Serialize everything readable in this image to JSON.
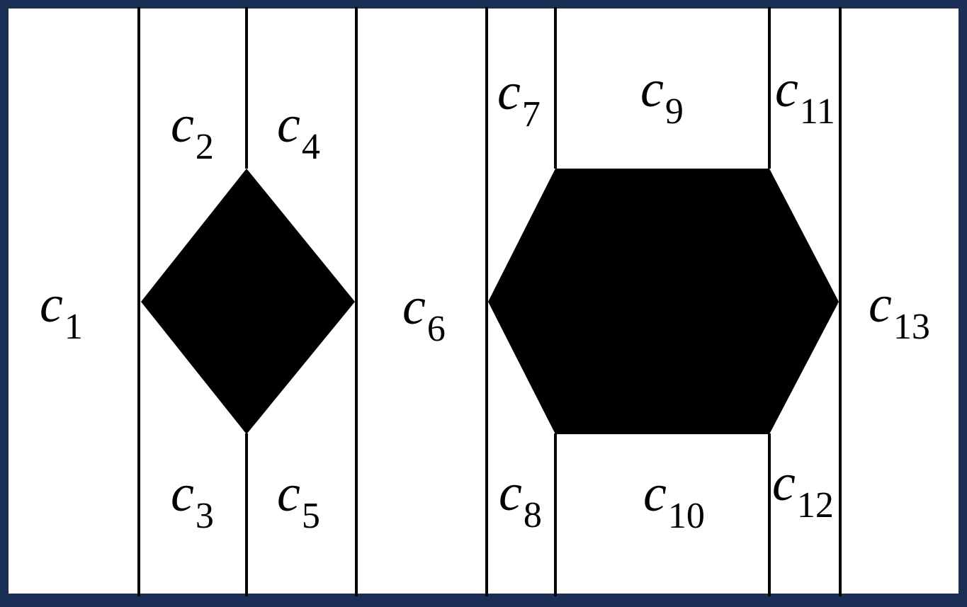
{
  "colors": {
    "frame": "#1b2f55",
    "background": "#ffffff",
    "ink": "#000000"
  },
  "shapes": [
    {
      "name": "diamond-shape",
      "kind": "diamond"
    },
    {
      "name": "hexagon-shape",
      "kind": "hexagon"
    }
  ],
  "cells": [
    {
      "letter": "c",
      "sub": "1"
    },
    {
      "letter": "c",
      "sub": "2"
    },
    {
      "letter": "c",
      "sub": "3"
    },
    {
      "letter": "c",
      "sub": "4"
    },
    {
      "letter": "c",
      "sub": "5"
    },
    {
      "letter": "c",
      "sub": "6"
    },
    {
      "letter": "c",
      "sub": "7"
    },
    {
      "letter": "c",
      "sub": "8"
    },
    {
      "letter": "c",
      "sub": "9"
    },
    {
      "letter": "c",
      "sub": "10"
    },
    {
      "letter": "c",
      "sub": "11"
    },
    {
      "letter": "c",
      "sub": "12"
    },
    {
      "letter": "c",
      "sub": "13"
    }
  ]
}
